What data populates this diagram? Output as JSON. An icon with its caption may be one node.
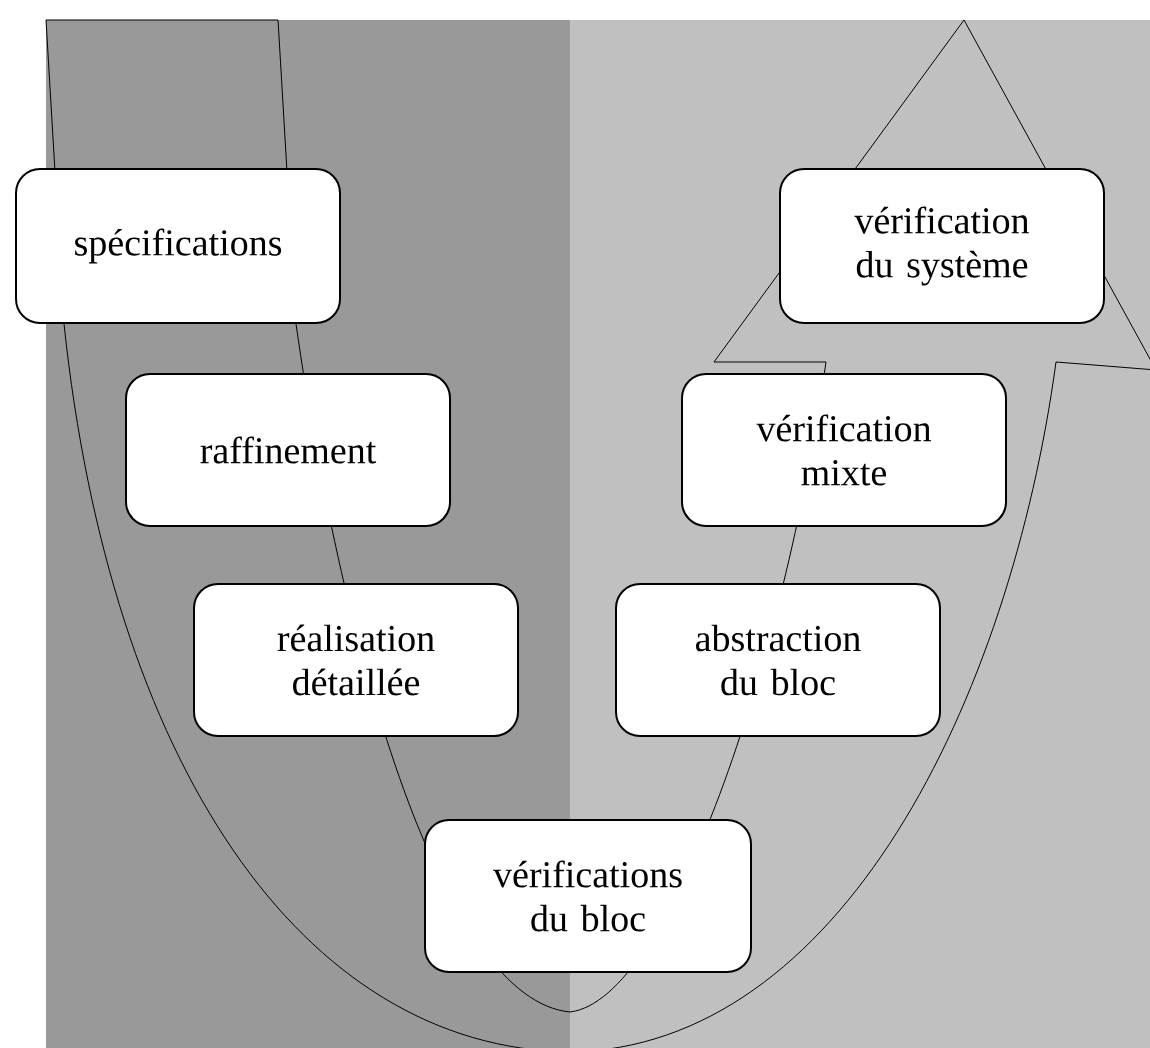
{
  "diagram": {
    "nodes": [
      {
        "text": [
          "spécifications"
        ]
      },
      {
        "text": [
          "raffinement"
        ]
      },
      {
        "text": [
          "réalisation détaillée"
        ]
      },
      {
        "text": [
          "vérifications du bloc"
        ]
      },
      {
        "text": [
          "abstraction du bloc"
        ]
      },
      {
        "text": [
          "vérification mixte"
        ]
      },
      {
        "text": [
          "vérification du système"
        ]
      }
    ]
  }
}
